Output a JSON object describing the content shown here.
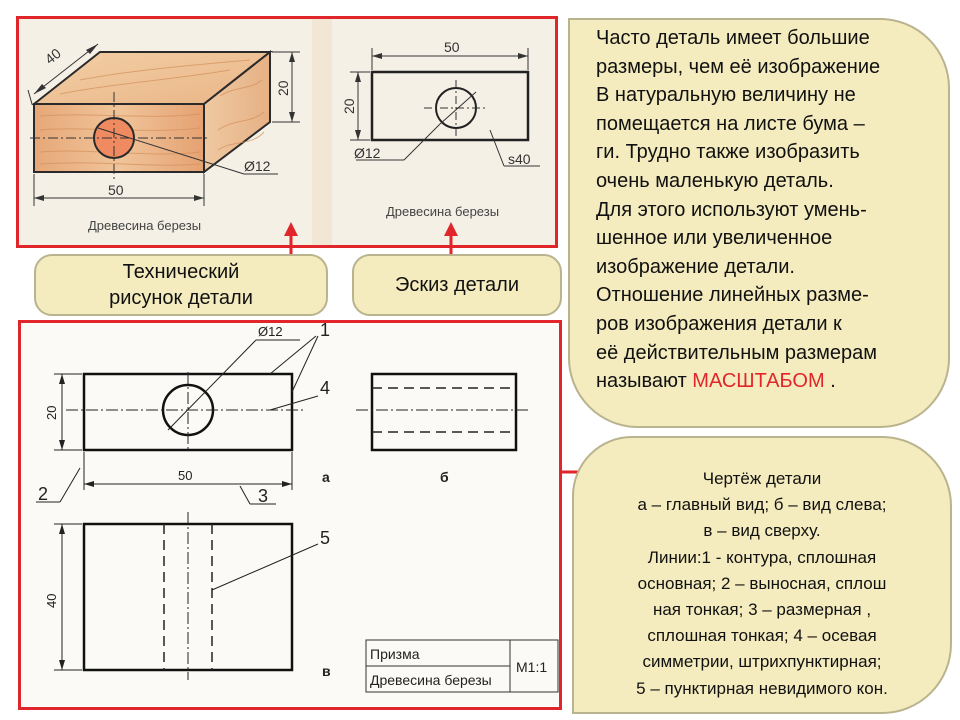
{
  "pictorial": {
    "dim_depth": "40",
    "dim_height": "20",
    "dim_width": "50",
    "dim_hole": "Ø12",
    "material": "Древесина березы"
  },
  "sketch": {
    "dim_width": "50",
    "dim_height": "20",
    "dim_hole": "Ø12",
    "dim_thickness": "s40",
    "material": "Древесина березы"
  },
  "labels": {
    "technical_drawing": [
      "Технический",
      "рисунок детали"
    ],
    "sketch": "Эскиз детали"
  },
  "explanation": {
    "lines": [
      "Часто деталь имеет большие",
      "размеры, чем её изображение",
      "В натуральную величину не",
      "помещается на листе бума –",
      "ги. Трудно также изобразить",
      "очень маленькую деталь.",
      "Для этого используют умень-",
      "шенное или увеличенное",
      "изображение детали.",
      "Отношение линейных разме-",
      "ров изображения детали к",
      "её действительным размерам"
    ],
    "last_line_prefix": "называют ",
    "highlight": "МАСШТАБОМ",
    "last_line_suffix": " ."
  },
  "drawing": {
    "dim_hole": "Ø12",
    "dim_height": "20",
    "dim_width": "50",
    "dim_depth": "40",
    "callouts": [
      "1",
      "2",
      "3",
      "4",
      "5"
    ],
    "view_front": "а",
    "view_left": "б",
    "view_top": "в",
    "title_block": {
      "name": "Призма",
      "material": "Древесина березы",
      "scale": "М1:1"
    }
  },
  "legend": {
    "lines": [
      "Чертёж детали",
      "а – главный вид; б – вид слева;",
      "в – вид сверху.",
      "Линии:1 -  контура, сплошная",
      "основная; 2 – выносная, сплош",
      "ная тонкая; 3 – размерная ,",
      "сплошная тонкая; 4 – осевая",
      "симметрии, штрихпунктирная;",
      "5 – пунктирная невидимого кон."
    ]
  },
  "colors": {
    "frame": "#e0262b",
    "bubble_fill": "#f4ecbe",
    "wood": "#e9b17d"
  }
}
